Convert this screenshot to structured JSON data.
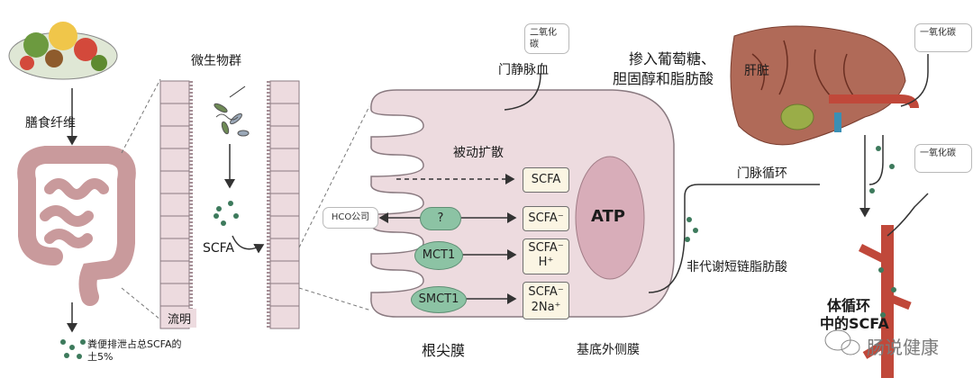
{
  "labels": {
    "dietary_fiber": "膳食纤维",
    "microbiota": "微生物群",
    "scfa_lumen": "SCFA",
    "lumen": "流明",
    "excretion": "粪便排泄占总SCFA的土5%",
    "apical": "根尖膜",
    "basolateral": "基底外侧膜",
    "passive": "被动扩散",
    "atp": "ATP",
    "hco": "HCO公司",
    "portal_blood": "门静脉血",
    "co2": "二氧化碳",
    "incorporate_line1": "掺入葡萄糖、",
    "incorporate_line2": "胆固醇和脂肪酸",
    "liver": "肝脏",
    "co2_right1": "一氧化碳",
    "co2_right2": "一氧化碳",
    "portal_circulation": "门脉循环",
    "non_metabolized": "非代谢短链脂肪酸",
    "systemic_line1": "体循环",
    "systemic_line2": "中的SCFA",
    "watermark": "肠说健康"
  },
  "transporters": {
    "unknown": "?",
    "mct1": "MCT1",
    "smct1": "SMCT1"
  },
  "boxes": {
    "scfa1": "SCFA",
    "scfa2": "SCFA⁻",
    "scfa3_line1": "SCFA⁻",
    "scfa3_line2": "H⁺",
    "scfa4_line1": "SCFA⁻",
    "scfa4_line2": "2Na⁺"
  },
  "colors": {
    "tissue": "#eddbdf",
    "tissue_stroke": "#8a7a80",
    "transporter": "#8cc3a4",
    "atp": "#d8adb9",
    "liver": "#b06a58",
    "vessel": "#c0483a",
    "dot": "#3d7a5c"
  }
}
